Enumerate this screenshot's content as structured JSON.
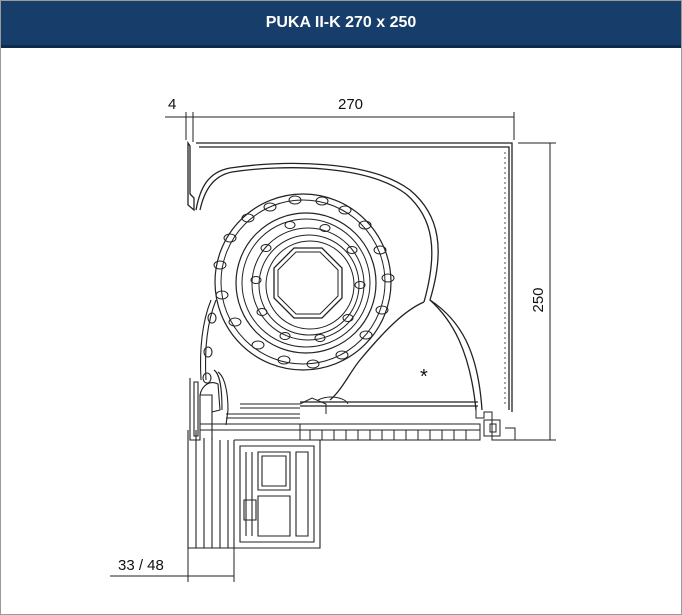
{
  "header": {
    "title": "PUKA II-K 270 x 250"
  },
  "dimensions": {
    "left_offset": "4",
    "width": "270",
    "height": "250",
    "bottom_frame": "33 / 48",
    "marker": "*"
  },
  "colors": {
    "header_bg": "#173d6a",
    "line": "#222222"
  }
}
